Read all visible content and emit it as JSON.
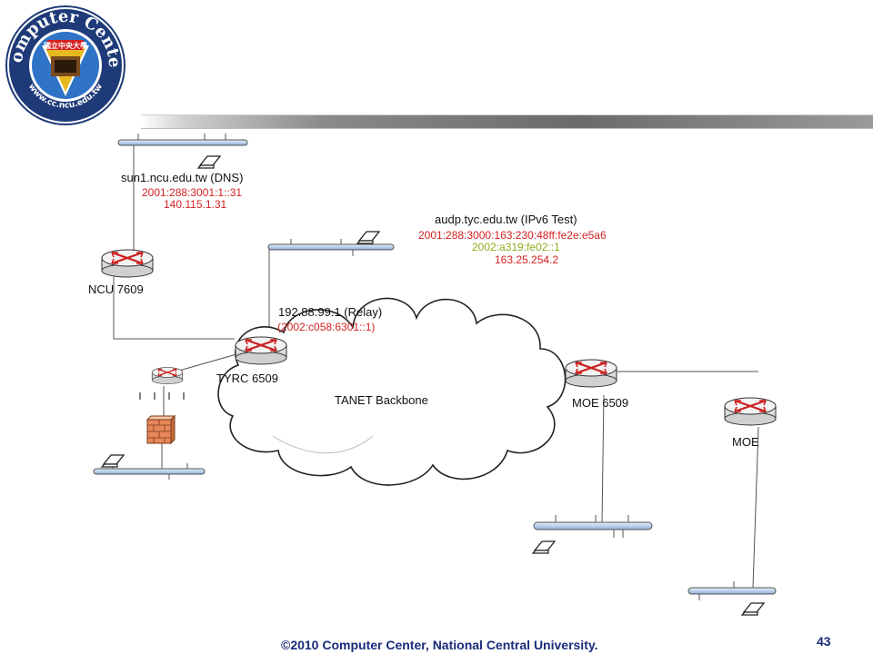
{
  "logo": {
    "ring_text": "Computer Center",
    "url_text": "www.cc.ncu.edu.tw",
    "badge_text": "國立中央大學"
  },
  "dns": {
    "name": "sun1.ncu.edu.tw (DNS)",
    "ipv6": "2001:288:3001:1::31",
    "ipv4": "140.115.1.31"
  },
  "test": {
    "name": "audp.tyc.edu.tw (IPv6 Test)",
    "ipv6": "2001:288:3000:163:230:48ff:fe2e:e5a6",
    "ipv6_6to4": "2002:a319:fe02::1",
    "ipv4": "163.25.254.2"
  },
  "relay": {
    "ipv4": "192.88.99.1 (Relay)",
    "ipv6": "(2002:c058:6301::1)"
  },
  "routers": {
    "ncu": "NCU 7609",
    "tyrc": "TYRC 6509",
    "moe6509": "MOE 6509",
    "moe": "MOE"
  },
  "cloud": {
    "label": "TANET Backbone"
  },
  "footer": {
    "copyright": "©2010  Computer Center, National Central University.",
    "page": "43"
  },
  "colors": {
    "footer": "#1a2b7a",
    "ipv6_address": "#d42020",
    "ipv6_6to4": "#8cae1e",
    "link_line": "#555555",
    "router_arrow": "#cc1f1f",
    "bus_fill": "#bcd0ec"
  }
}
